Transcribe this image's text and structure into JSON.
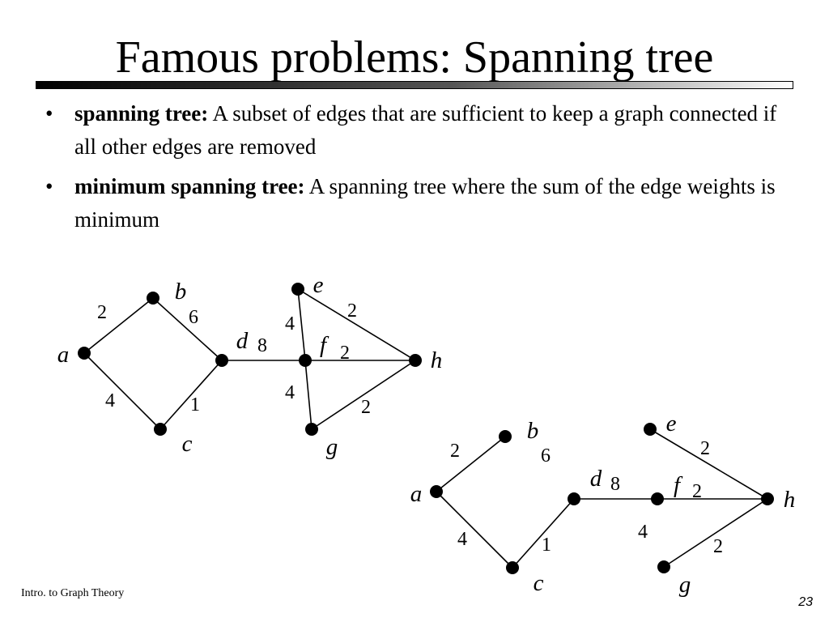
{
  "slide": {
    "title": "Famous problems: Spanning tree",
    "bullets": [
      {
        "term": "spanning tree:",
        "text": " A subset of edges that are sufficient to keep a graph connected if all other edges are removed"
      },
      {
        "term": "minimum spanning tree:",
        "text": " A spanning tree where the sum of the edge weights is minimum"
      }
    ],
    "bullet_glyph": "•",
    "footer": "Intro. to Graph Theory",
    "page_number": "23"
  },
  "graphs": [
    {
      "id": "full-graph",
      "nodes": [
        {
          "id": "a",
          "label": "a"
        },
        {
          "id": "b",
          "label": "b"
        },
        {
          "id": "c",
          "label": "c"
        },
        {
          "id": "d",
          "label": "d"
        },
        {
          "id": "e",
          "label": "e"
        },
        {
          "id": "f",
          "label": "f"
        },
        {
          "id": "g",
          "label": "g"
        },
        {
          "id": "h",
          "label": "h"
        }
      ],
      "edges": [
        {
          "from": "a",
          "to": "b",
          "weight": "2"
        },
        {
          "from": "b",
          "to": "d",
          "weight": "6"
        },
        {
          "from": "a",
          "to": "c",
          "weight": "4"
        },
        {
          "from": "c",
          "to": "d",
          "weight": "1"
        },
        {
          "from": "d",
          "to": "f",
          "weight": "8"
        },
        {
          "from": "e",
          "to": "f",
          "weight": "4"
        },
        {
          "from": "e",
          "to": "h",
          "weight": "2"
        },
        {
          "from": "f",
          "to": "h",
          "weight": "2"
        },
        {
          "from": "f",
          "to": "g",
          "weight": "4"
        },
        {
          "from": "g",
          "to": "h",
          "weight": "2"
        }
      ]
    },
    {
      "id": "minimum-spanning-tree",
      "nodes": [
        {
          "id": "a",
          "label": "a"
        },
        {
          "id": "b",
          "label": "b"
        },
        {
          "id": "c",
          "label": "c"
        },
        {
          "id": "d",
          "label": "d"
        },
        {
          "id": "e",
          "label": "e"
        },
        {
          "id": "f",
          "label": "f"
        },
        {
          "id": "g",
          "label": "g"
        },
        {
          "id": "h",
          "label": "h"
        }
      ],
      "edges": [
        {
          "from": "a",
          "to": "b",
          "weight": "2"
        },
        {
          "from": "a",
          "to": "c",
          "weight": "4"
        },
        {
          "from": "c",
          "to": "d",
          "weight": "1"
        },
        {
          "from": "d",
          "to": "f",
          "weight": "8"
        },
        {
          "from": "e",
          "to": "h",
          "weight": "2"
        },
        {
          "from": "f",
          "to": "h",
          "weight": "2"
        },
        {
          "from": "g",
          "to": "h",
          "weight": "2"
        }
      ],
      "extra_labels": [
        {
          "text": "6",
          "near": "b"
        },
        {
          "text": "4",
          "near": "f"
        }
      ]
    }
  ]
}
